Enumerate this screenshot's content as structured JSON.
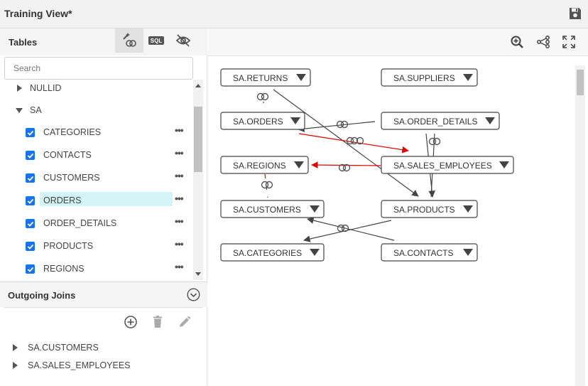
{
  "window": {
    "title": "Training View*"
  },
  "left_panel": {
    "tables_label": "Tables",
    "tool_sql_label": "SQL",
    "search_placeholder": "Search",
    "tree": [
      {
        "label": "NULLID",
        "type": "schema",
        "expanded": false
      },
      {
        "label": "SA",
        "type": "schema",
        "expanded": true
      },
      {
        "label": "CATEGORIES",
        "type": "table",
        "checked": true,
        "highlighted": false
      },
      {
        "label": "CONTACTS",
        "type": "table",
        "checked": true,
        "highlighted": false
      },
      {
        "label": "CUSTOMERS",
        "type": "table",
        "checked": true,
        "highlighted": false
      },
      {
        "label": "ORDERS",
        "type": "table",
        "checked": true,
        "highlighted": true
      },
      {
        "label": "ORDER_DETAILS",
        "type": "table",
        "checked": true,
        "highlighted": false
      },
      {
        "label": "PRODUCTS",
        "type": "table",
        "checked": true,
        "highlighted": false
      },
      {
        "label": "REGIONS",
        "type": "table",
        "checked": true,
        "highlighted": false
      }
    ],
    "outgoing_joins_label": "Outgoing Joins",
    "joins": [
      {
        "label": "SA.CUSTOMERS"
      },
      {
        "label": "SA.SALES_EMPLOYEES"
      }
    ]
  },
  "diagram": {
    "nodes": {
      "returns": "SA.RETURNS",
      "suppliers": "SA.SUPPLIERS",
      "orders": "SA.ORDERS",
      "order_details": "SA.ORDER_DETAILS",
      "regions": "SA.REGIONS",
      "sales_employees": "SA.SALES_EMPLOYEES",
      "customers": "SA.CUSTOMERS",
      "products": "SA.PRODUCTS",
      "categories": "SA.CATEGORIES",
      "contacts": "SA.CONTACTS"
    },
    "colors": {
      "join_line": "#444444",
      "highlight_join": "#e00000",
      "checkbox": "#1a73e8",
      "row_highlight": "#d3f5f7"
    }
  }
}
